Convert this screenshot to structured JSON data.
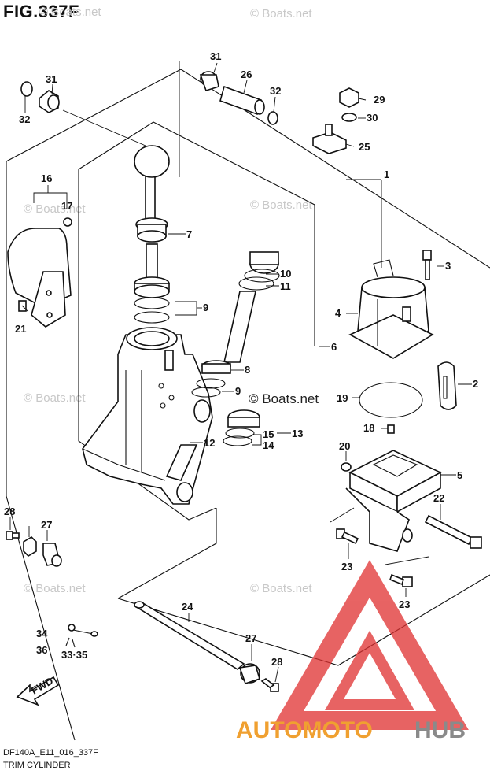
{
  "figure": {
    "title": "FIG.337F",
    "code": "DF140A_E11_016_337F",
    "caption": "TRIM CYLINDER"
  },
  "watermarks": {
    "faint": "© Boats.net",
    "prominent": "© Boats.net"
  },
  "brand_overlay": {
    "text_part1": "AUTOMOTO",
    "text_part2": "HUB",
    "color_part1": "#f0a030",
    "color_part2": "#8a8a8a",
    "triangle_color": "#e03030"
  },
  "direction_indicator": {
    "label": "FWD"
  },
  "callouts": {
    "c1": "1",
    "c2": "2",
    "c3": "3",
    "c4": "4",
    "c5": "5",
    "c6": "6",
    "c7": "7",
    "c8": "8",
    "c9a": "9",
    "c9b": "9",
    "c10": "10",
    "c11": "11",
    "c12": "12",
    "c13": "13",
    "c14": "14",
    "c15": "15",
    "c16": "16",
    "c17": "17",
    "c18": "18",
    "c19": "19",
    "c20": "20",
    "c21": "21",
    "c22": "22",
    "c23a": "23",
    "c23b": "23",
    "c24": "24",
    "c25": "25",
    "c26": "26",
    "c27a": "27",
    "c27b": "27",
    "c28a": "28",
    "c28b": "28",
    "c29": "29",
    "c30": "30",
    "c31a": "31",
    "c31b": "31",
    "c32a": "32",
    "c32b": "32",
    "c33_35": "33·35",
    "c34": "34",
    "c36": "36"
  },
  "icons": [
    "fwd-arrow-icon",
    "automotohub-triangle-logo"
  ]
}
